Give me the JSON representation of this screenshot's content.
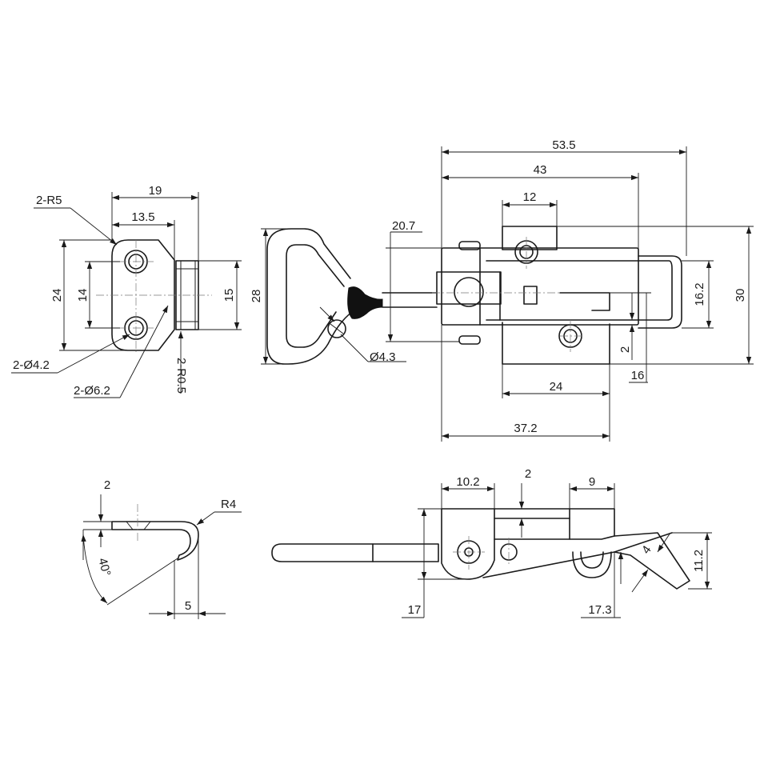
{
  "labels": {
    "d_19": "19",
    "d_13_5": "13.5",
    "d_2_r5": "2-R5",
    "d_24_left": "24",
    "d_14": "14",
    "d_15": "15",
    "d_2_dia4_2": "2-Ø4.2",
    "d_2_dia6_2": "2-Ø6.2",
    "d_2_r0_5": "2-R0.5",
    "d_28": "28",
    "d_20_7": "20.7",
    "d_dia4_3": "Ø4.3",
    "d_53_5": "53.5",
    "d_43": "43",
    "d_12_top": "12",
    "d_16_2": "16.2",
    "d_30": "30",
    "d_2_right": "2",
    "d_16": "16",
    "d_24_bottom": "24",
    "d_37_2": "37.2",
    "d_2_hook": "2",
    "d_r4": "R4",
    "d_40deg": "40°",
    "d_5": "5",
    "d_10_2": "10.2",
    "d_2_side": "2",
    "d_9": "9",
    "d_11_2": "11.2",
    "d_4": "4",
    "d_17": "17",
    "d_17_3": "17.3"
  }
}
